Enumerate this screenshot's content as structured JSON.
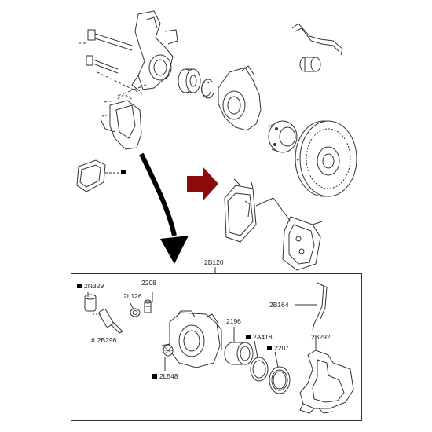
{
  "diagram": {
    "group_label": "2B120",
    "parts": [
      {
        "code": "2N329",
        "marker": "square"
      },
      {
        "code": "2208",
        "marker": "none"
      },
      {
        "code": "2L126",
        "marker": "none"
      },
      {
        "code": "2B296",
        "marker": "hash"
      },
      {
        "code": "2196",
        "marker": "none"
      },
      {
        "code": "2A418",
        "marker": "square"
      },
      {
        "code": "2207",
        "marker": "square"
      },
      {
        "code": "2L548",
        "marker": "square"
      },
      {
        "code": "2B164",
        "marker": "none"
      },
      {
        "code": "2B292",
        "marker": "none"
      }
    ],
    "colors": {
      "highlight_arrow": "#8b0a0a",
      "line": "#333333",
      "marker": "#000000"
    }
  }
}
